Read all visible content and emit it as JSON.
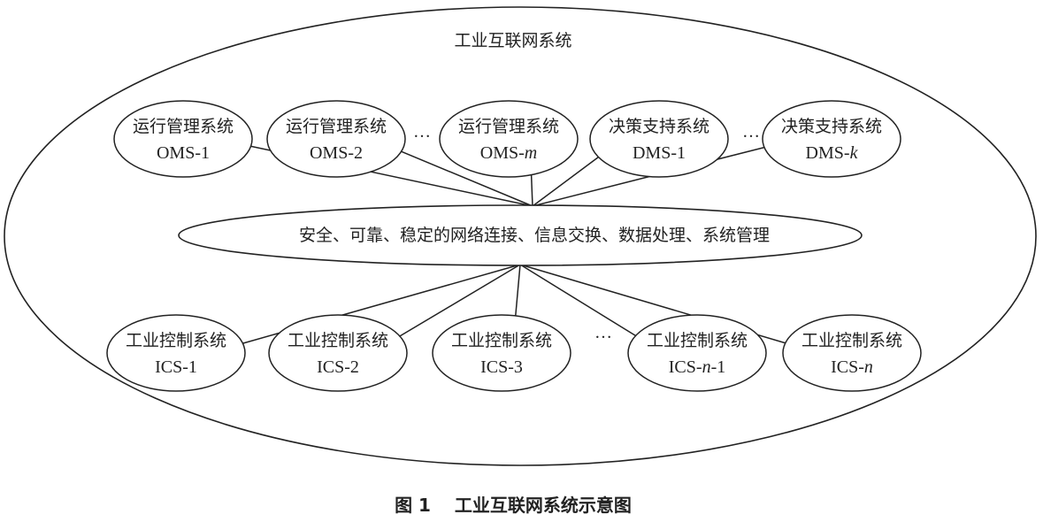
{
  "title": "工业互联网系统",
  "center_label": "安全、可靠、稳定的网络连接、信息交换、数据处理、系统管理",
  "top_nodes": [
    {
      "label": "运行管理系统",
      "code": "OMS-",
      "suffix": "1",
      "italic": false
    },
    {
      "label": "运行管理系统",
      "code": "OMS-",
      "suffix": "2",
      "italic": false
    },
    {
      "label": "运行管理系统",
      "code": "OMS-",
      "suffix": "m",
      "italic": true
    },
    {
      "label": "决策支持系统",
      "code": "DMS-",
      "suffix": "1",
      "italic": false
    },
    {
      "label": "决策支持系统",
      "code": "DMS-",
      "suffix": "k",
      "italic": true
    }
  ],
  "bottom_nodes": [
    {
      "label": "工业控制系统",
      "code": "ICS-",
      "suffix": "1",
      "italic": false
    },
    {
      "label": "工业控制系统",
      "code": "ICS-",
      "suffix": "2",
      "italic": false
    },
    {
      "label": "工业控制系统",
      "code": "ICS-",
      "suffix": "3",
      "italic": false
    },
    {
      "label": "工业控制系统",
      "code": "ICS-",
      "suffix": "n",
      "suffix2": "-1",
      "italic": true
    },
    {
      "label": "工业控制系统",
      "code": "ICS-",
      "suffix": "n",
      "italic": true
    }
  ],
  "ellipsis": "…",
  "caption": "图 1　 工业互联网系统示意图"
}
